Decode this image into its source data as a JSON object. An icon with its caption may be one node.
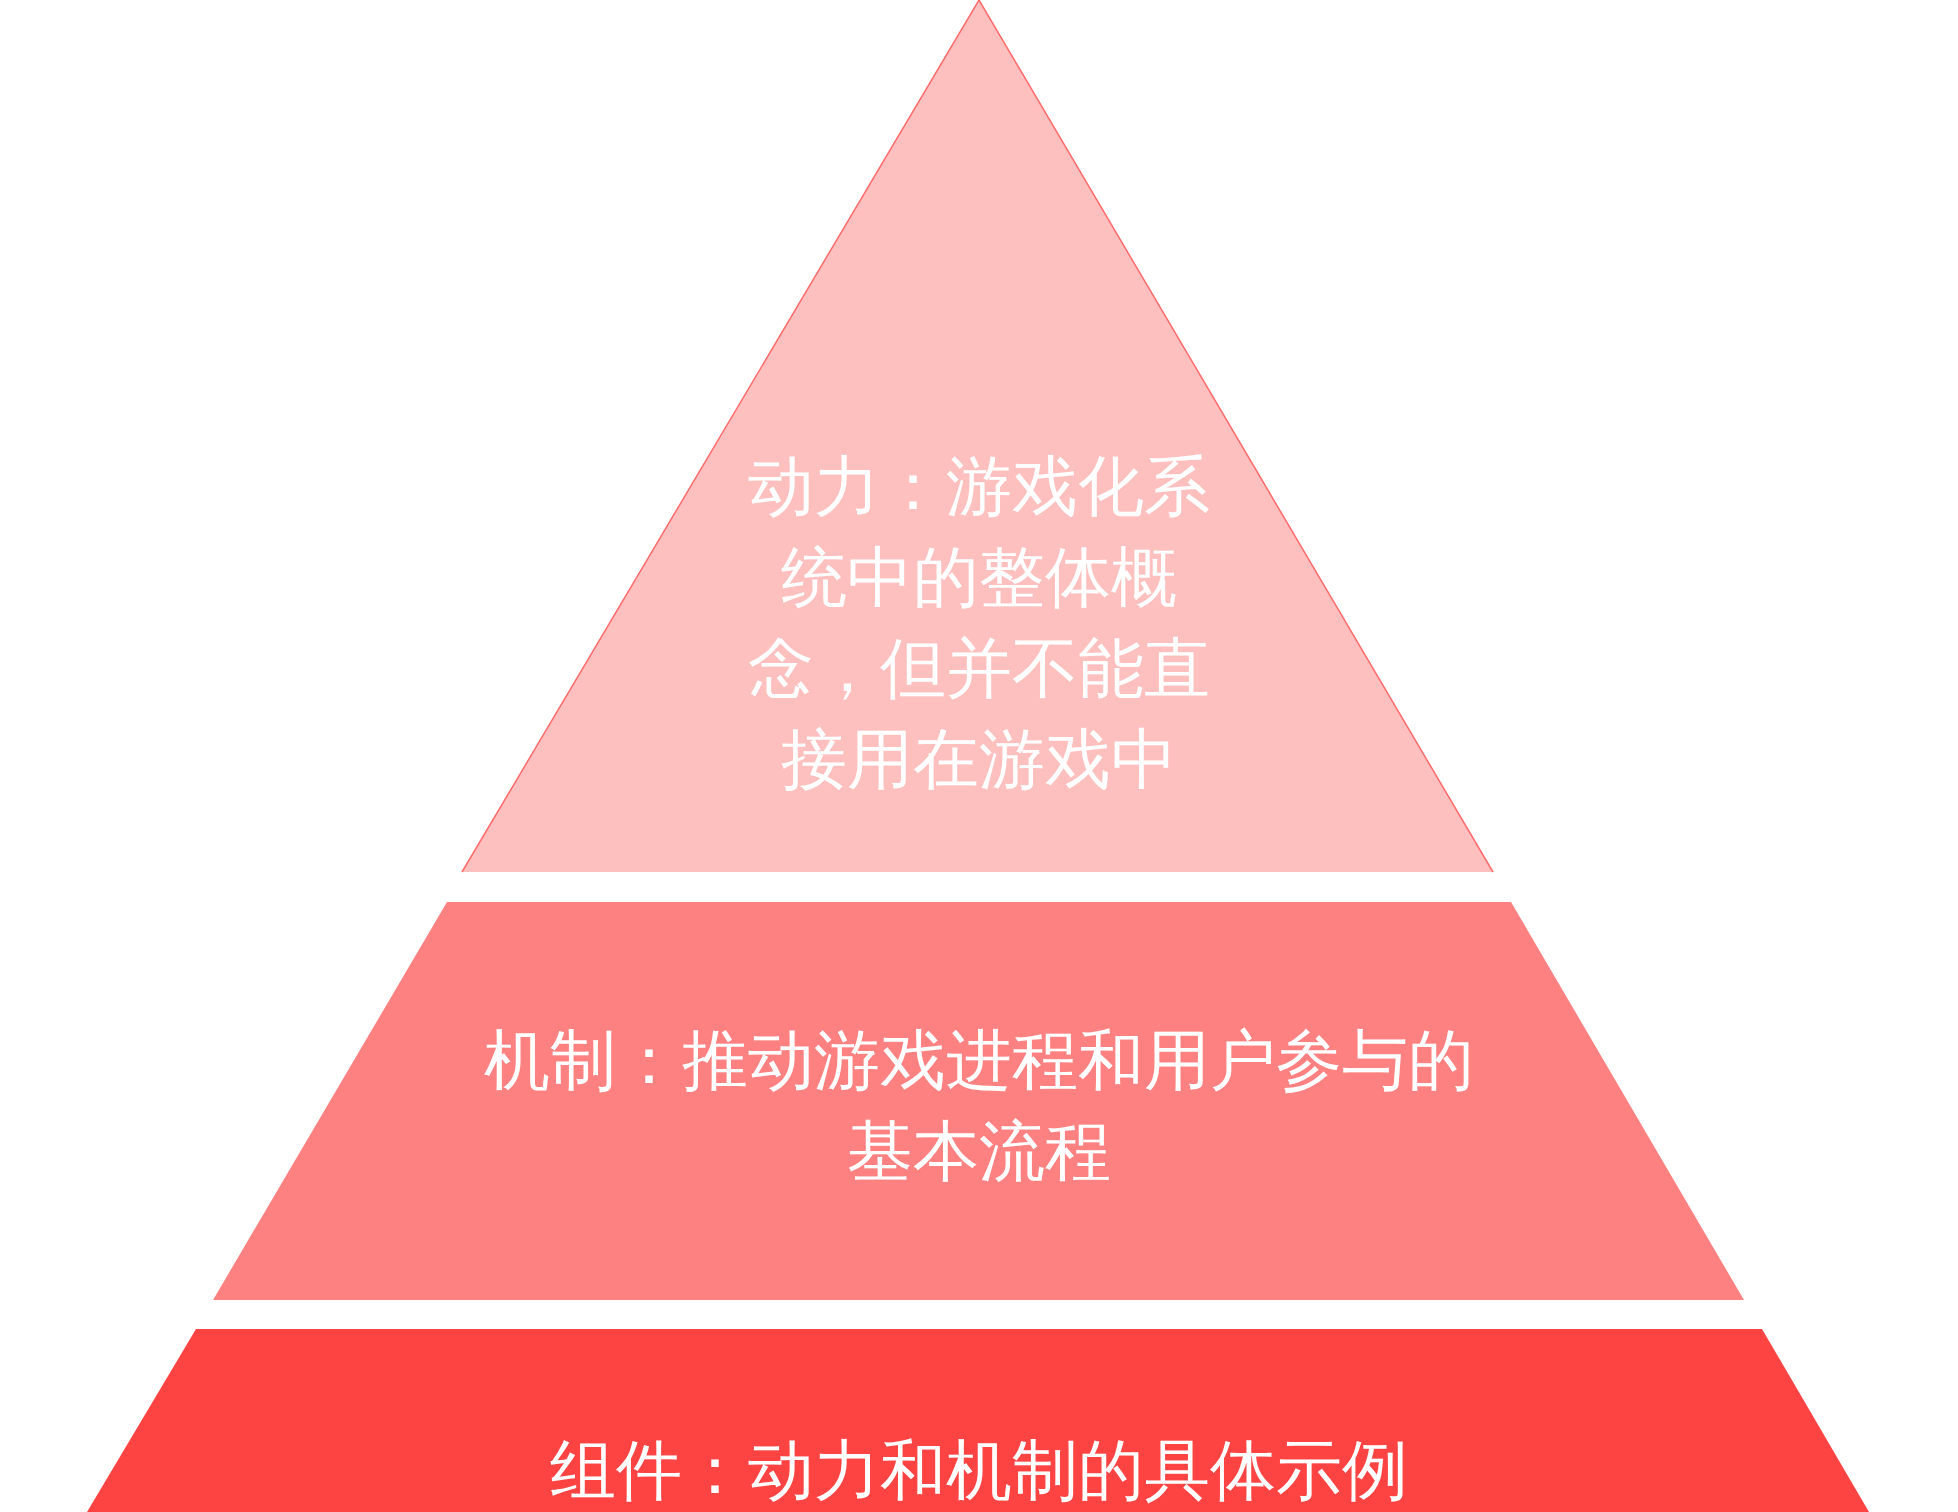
{
  "diagram": {
    "nodes": [
      {
        "text": [
          "动力：游戏化系统中的整体概念，但并不能直接用在游戏中"
        ]
      },
      {
        "text": [
          "机制：推动游戏进程和用户参与的基本流程"
        ]
      },
      {
        "text": [
          "组件：动力和机制的具体示例"
        ]
      }
    ]
  }
}
